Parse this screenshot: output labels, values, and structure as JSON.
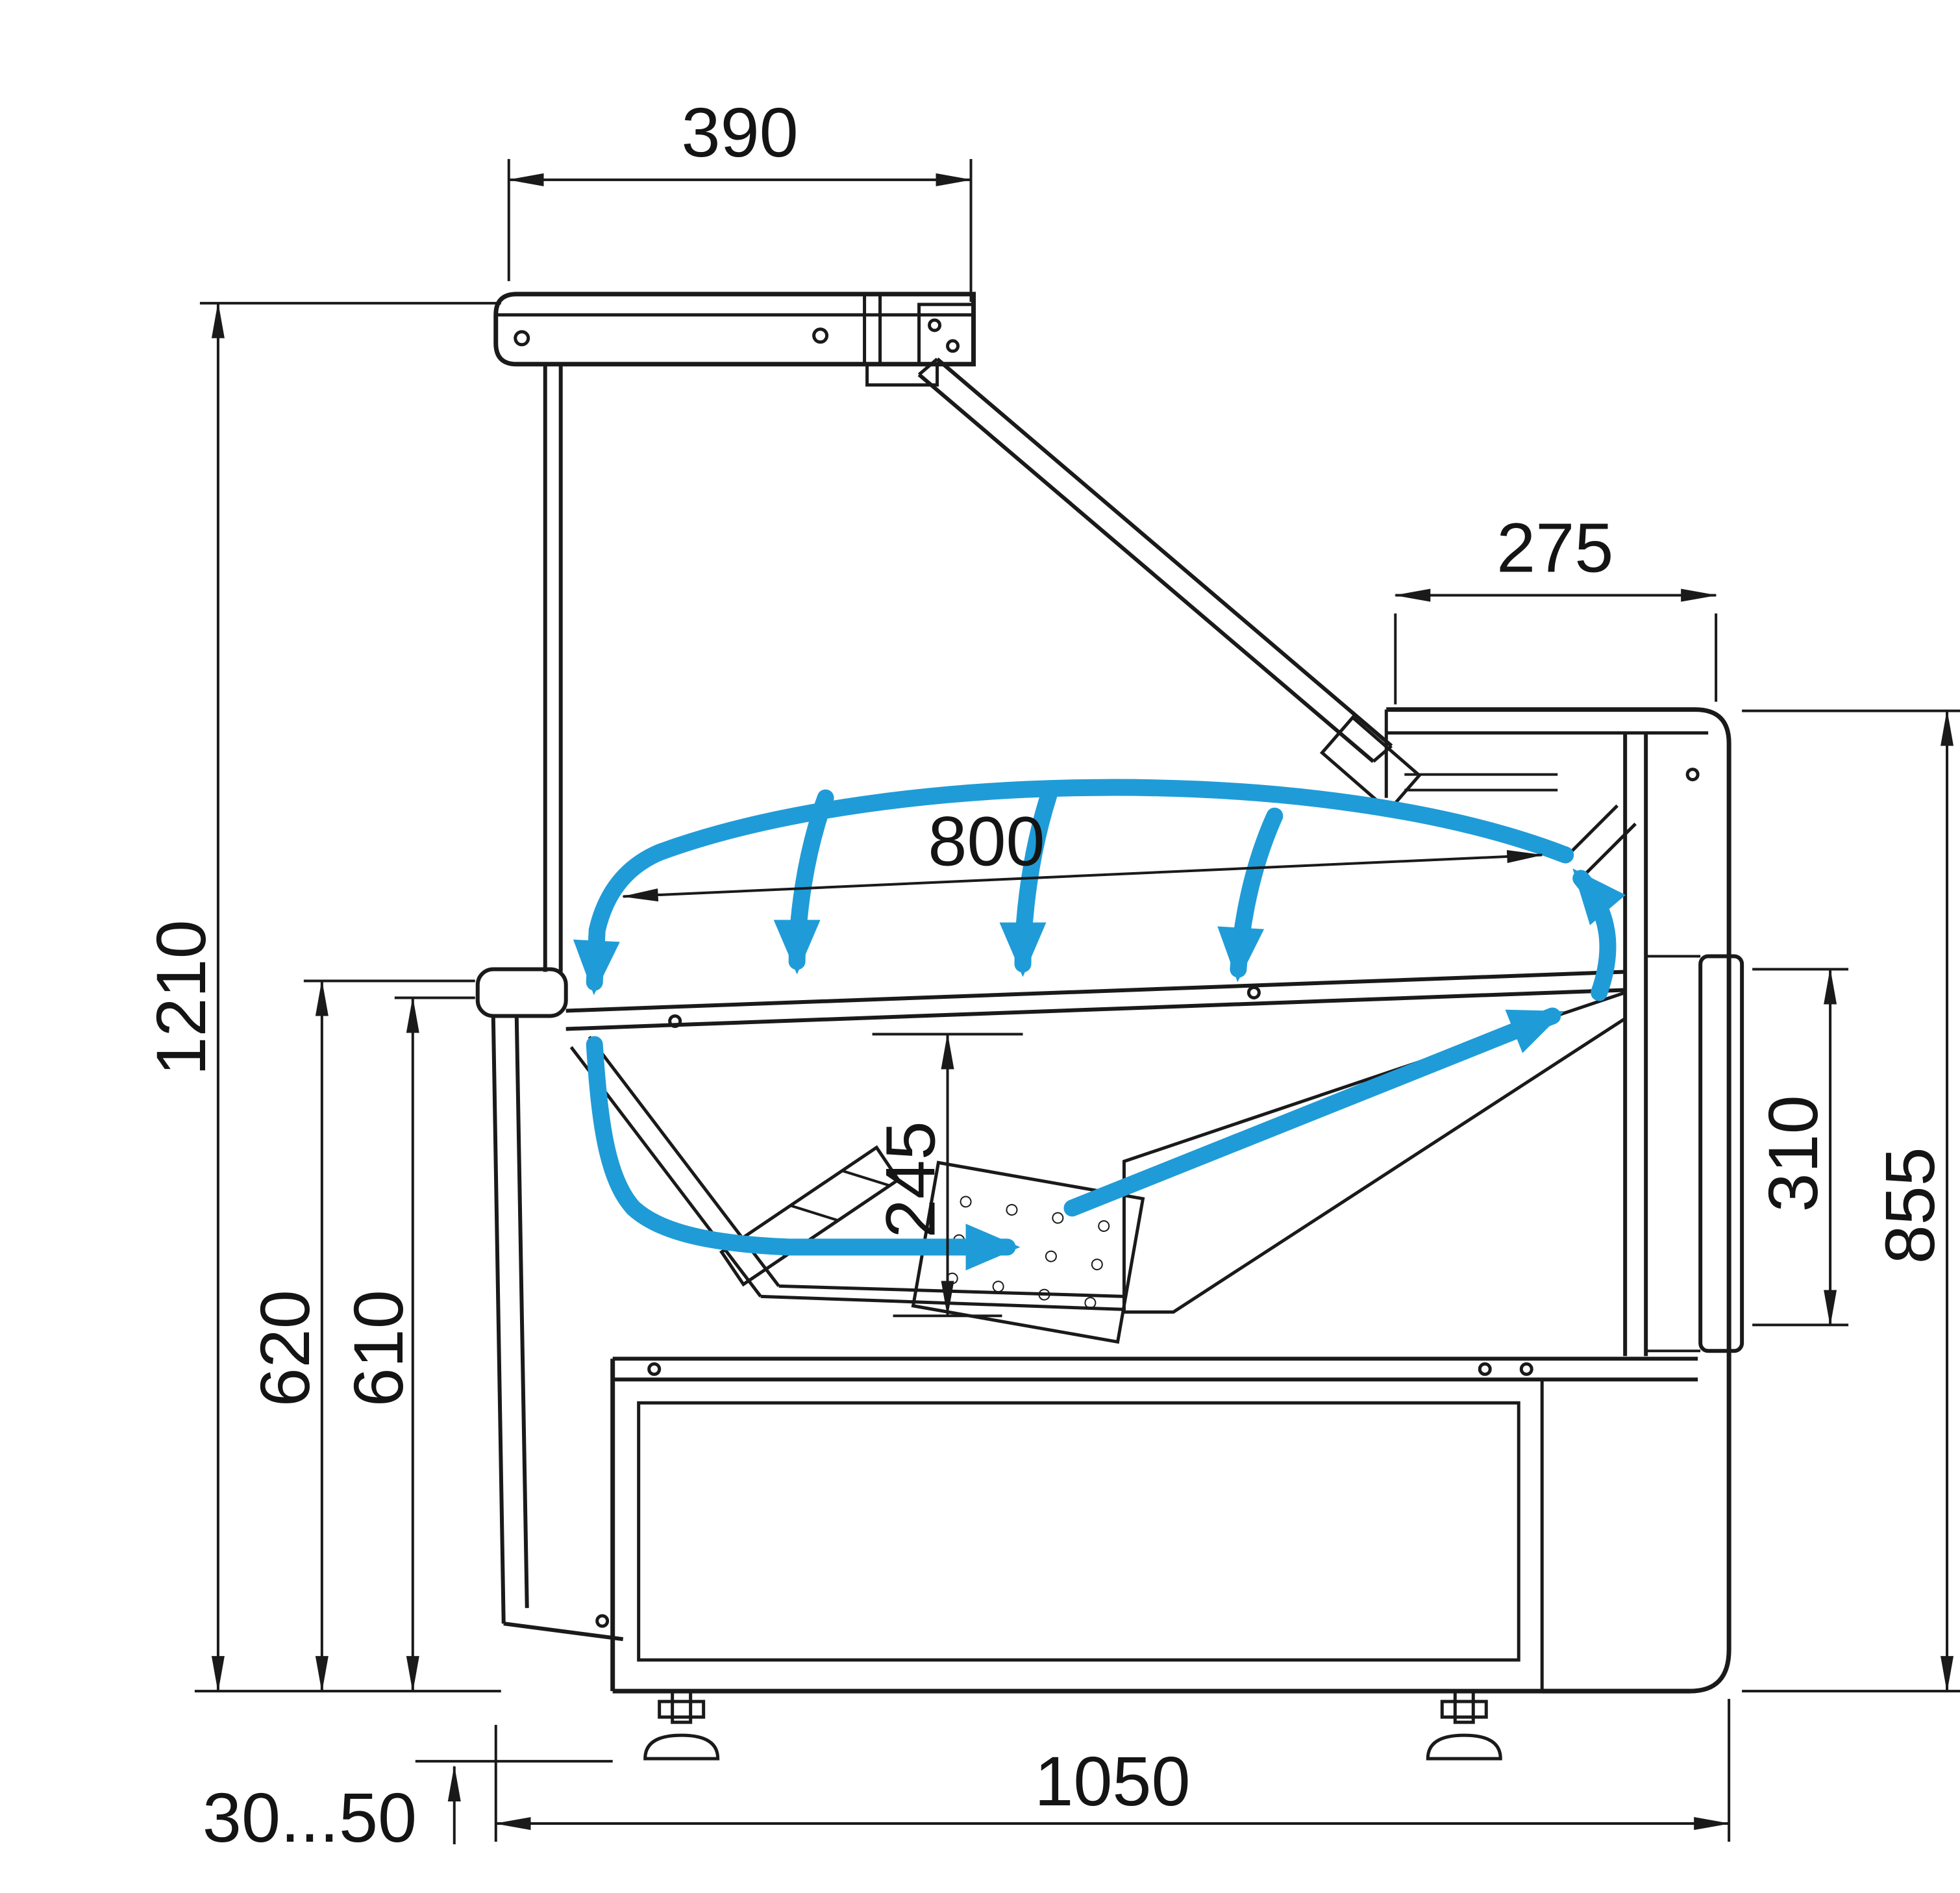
{
  "diagram": {
    "type": "technical-cross-section",
    "colors": {
      "line": "#1a1a1a",
      "airflow": "#1f9cd7",
      "background": "#ffffff"
    },
    "dimensions": {
      "canopy_width": "390",
      "rear_counter_depth": "275",
      "display_opening_depth": "800",
      "overall_height": "1210",
      "front_glass_height": "620",
      "front_panel_height": "610",
      "well_inner_height": "245",
      "rear_panel_height": "310",
      "rear_counter_height": "855",
      "foot_adjustment_range": "30...50",
      "base_depth": "1050"
    }
  }
}
